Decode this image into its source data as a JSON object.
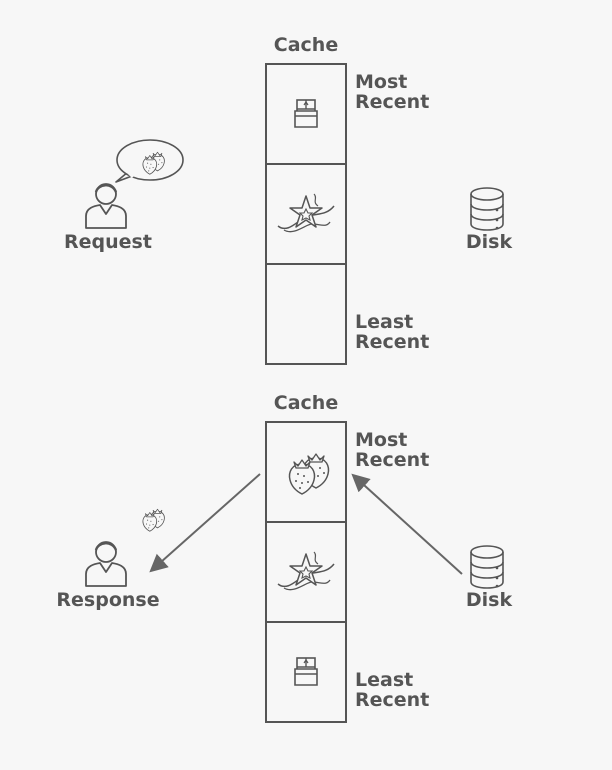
{
  "top": {
    "cache_title": "Cache",
    "most_recent": [
      "Most",
      "Recent"
    ],
    "least_recent": [
      "Least",
      "Recent"
    ],
    "request_label": "Request",
    "disk_label": "Disk",
    "slots": [
      "chocolate-icon",
      "vanilla-icon",
      "empty"
    ]
  },
  "bottom": {
    "cache_title": "Cache",
    "most_recent": [
      "Most",
      "Recent"
    ],
    "least_recent": [
      "Least",
      "Recent"
    ],
    "response_label": "Response",
    "disk_label": "Disk",
    "slots": [
      "strawberry-icon",
      "vanilla-icon",
      "chocolate-icon"
    ]
  },
  "colors": {
    "stroke": "#555555",
    "background": "#f7f7f7",
    "arrow": "#666666"
  }
}
